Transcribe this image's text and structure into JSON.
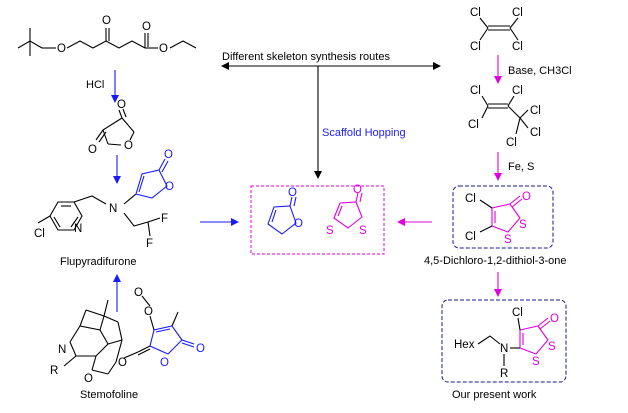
{
  "labels": {
    "routes": "Different skeleton synthesis routes",
    "hcl": "HCl",
    "base": "Base, CH3Cl",
    "fe_s": "Fe, S",
    "scaffold_hopping": "Scaffold Hopping",
    "flupyradifurone": "Flupyradifurone",
    "stemofoline": "Stemofoline",
    "dithiolone": "4,5-Dichloro-1,2-dithiol-3-one",
    "present_work": "Our present work"
  },
  "atoms": {
    "O": "O",
    "N": "N",
    "S": "S",
    "Cl": "Cl",
    "F": "F",
    "R": "R",
    "Hex": "Hex"
  },
  "colors": {
    "blue": "#1a1aff",
    "magenta": "#e000e0",
    "navy_box": "#1a1a8c"
  }
}
